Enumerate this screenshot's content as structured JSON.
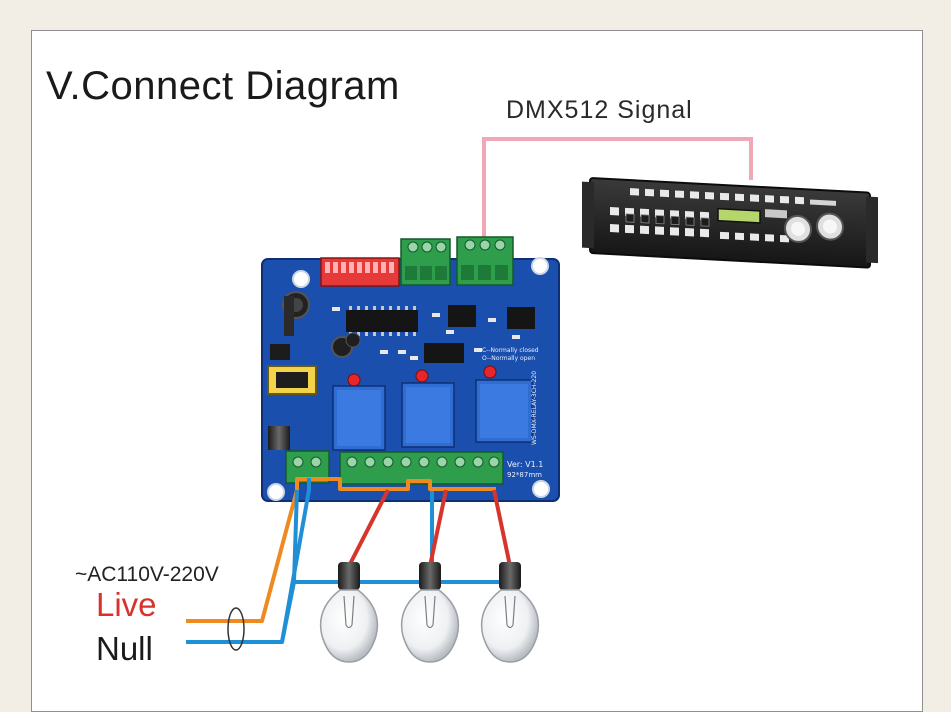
{
  "diagram": {
    "title": "V.Connect Diagram",
    "dmx_signal_label": "DMX512 Signal",
    "voltage_label": "~AC110V-220V",
    "live_label": "Live",
    "null_label": "Null",
    "board": {
      "silk_normally_closed": "C--Normally closed",
      "silk_normally_open": "O--Normally open",
      "silk_version": "Ver: V1.1",
      "silk_size": "92*87mm",
      "silk_model": "WS-DMX-RELAY-3CH-220"
    },
    "colors": {
      "signal_wire": "#f0a7b6",
      "live_wire": "#ee8a1f",
      "null_wire": "#1f8fd6",
      "lamp_wire": "#d7352b",
      "pcb": "#1a4fae",
      "terminal": "#2f9e4c",
      "relay": "#2f6cd3"
    },
    "lamp_count": 3,
    "relay_count": 3
  }
}
